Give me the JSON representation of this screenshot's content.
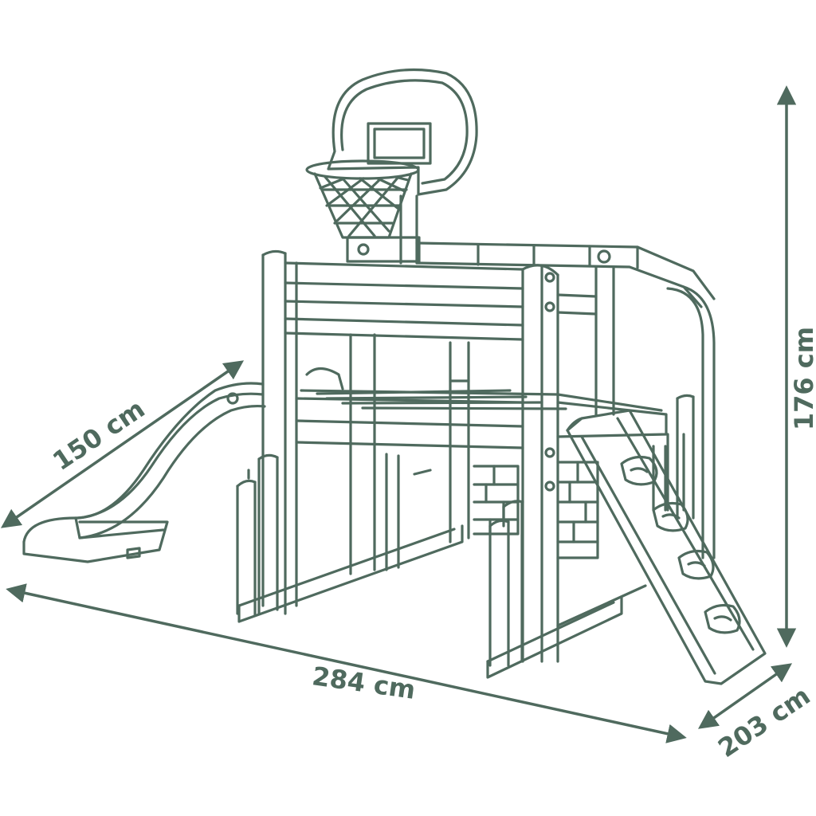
{
  "colors": {
    "ink": "#4f6a5e",
    "paper": "#ffffff"
  },
  "dimensions": {
    "slide_length": "150 cm",
    "width": "284 cm",
    "height": "176 cm",
    "depth": "203 cm"
  }
}
